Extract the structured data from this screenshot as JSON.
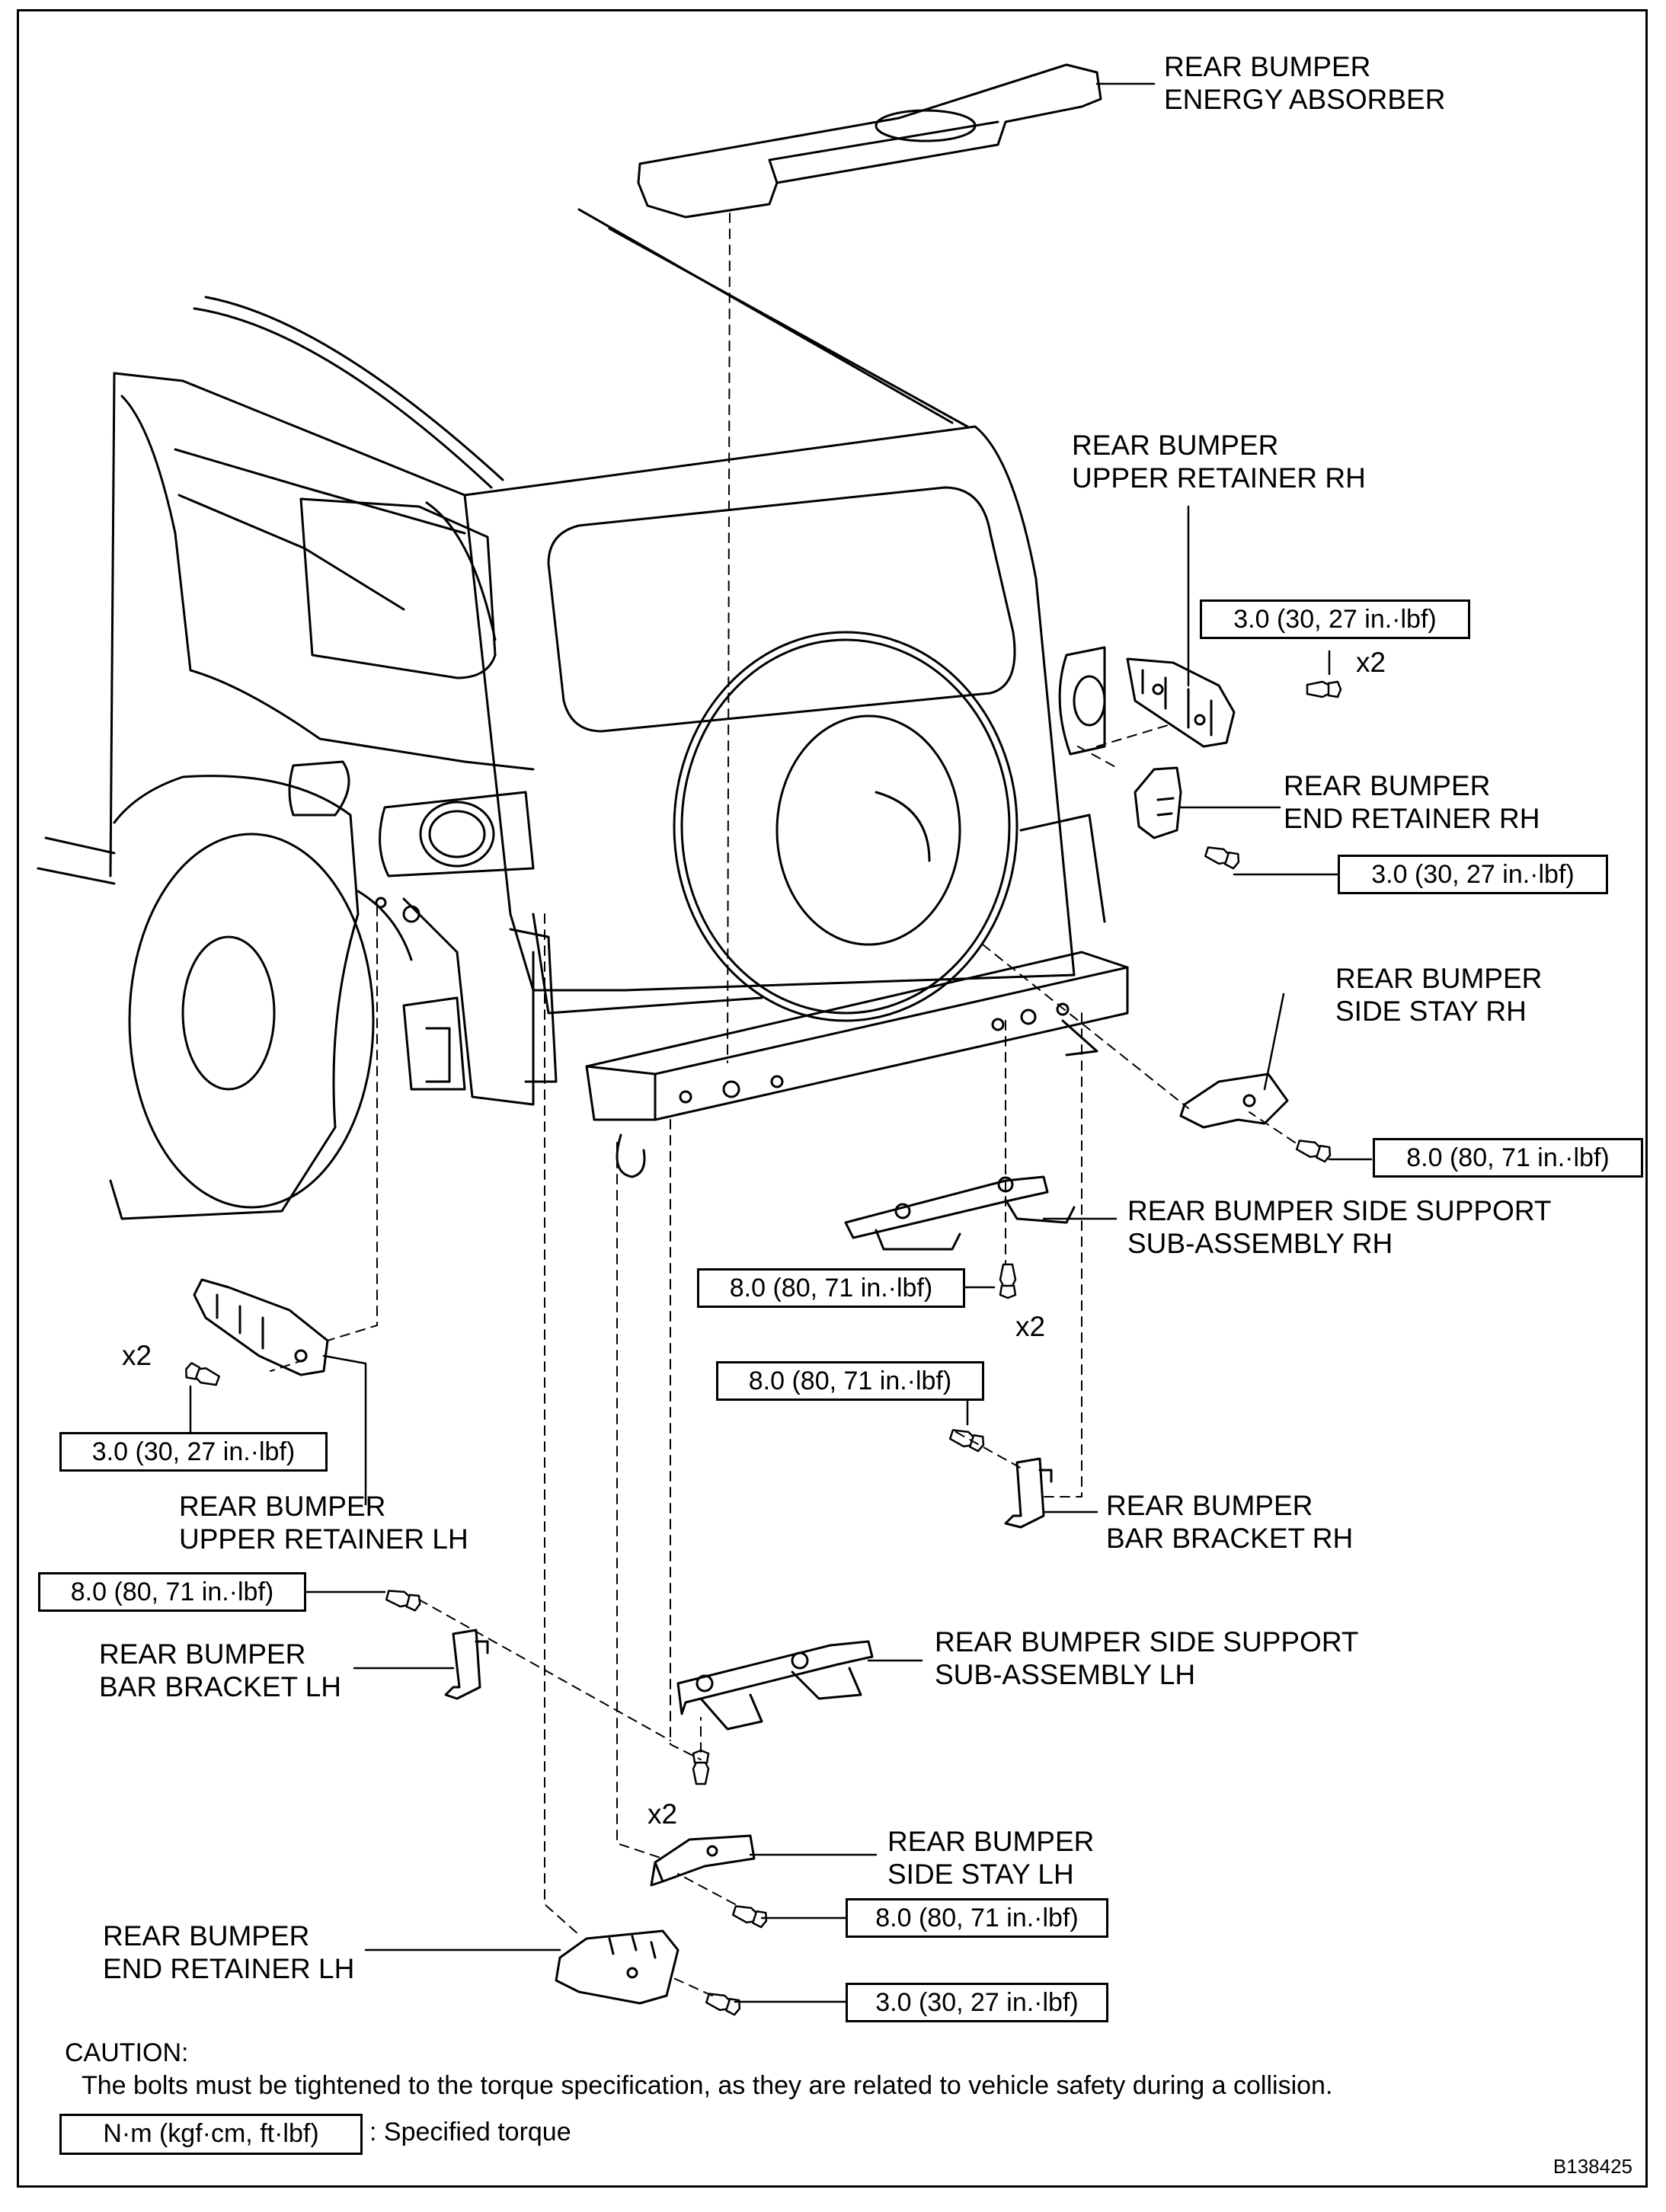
{
  "labels": {
    "energy_absorber": [
      "REAR BUMPER",
      "ENERGY ABSORBER"
    ],
    "upper_retainer_rh": [
      "REAR BUMPER",
      "UPPER RETAINER RH"
    ],
    "end_retainer_rh": [
      "REAR BUMPER",
      "END RETAINER RH"
    ],
    "side_stay_rh": [
      "REAR BUMPER",
      "SIDE STAY RH"
    ],
    "side_support_rh": [
      "REAR BUMPER SIDE SUPPORT",
      "SUB-ASSEMBLY RH"
    ],
    "upper_retainer_lh": [
      "REAR BUMPER",
      "UPPER RETAINER LH"
    ],
    "bar_bracket_rh": [
      "REAR BUMPER",
      "BAR BRACKET RH"
    ],
    "bar_bracket_lh": [
      "REAR BUMPER",
      "BAR BRACKET LH"
    ],
    "side_support_lh": [
      "REAR BUMPER SIDE SUPPORT",
      "SUB-ASSEMBLY LH"
    ],
    "side_stay_lh": [
      "REAR BUMPER",
      "SIDE STAY LH"
    ],
    "end_retainer_lh": [
      "REAR BUMPER",
      "END RETAINER LH"
    ]
  },
  "torques": {
    "upper_retainer_rh": "3.0 (30, 27 in.·lbf)",
    "end_retainer_rh": "3.0 (30, 27 in.·lbf)",
    "side_stay_rh": "8.0 (80, 71 in.·lbf)",
    "side_support_rh": "8.0 (80, 71 in.·lbf)",
    "bar_bracket_rh": "8.0 (80, 71 in.·lbf)",
    "upper_retainer_lh": "3.0 (30, 27 in.·lbf)",
    "bar_bracket_lh": "8.0 (80, 71 in.·lbf)",
    "side_stay_lh": "8.0 (80, 71 in.·lbf)",
    "end_retainer_lh": "3.0 (30, 27 in.·lbf)"
  },
  "quantities": {
    "upper_retainer_rh": "x2",
    "side_support_rh": "x2",
    "upper_retainer_lh": "x2",
    "side_support_lh": "x2"
  },
  "caution": {
    "title": "CAUTION:",
    "text": "The bolts must be tightened to the torque specification, as they are related to vehicle safety during a collision."
  },
  "legend": {
    "unit_box": "N·m (kgf·cm, ft·lbf)",
    "meaning": ": Specified torque"
  },
  "figure_number": "B138425"
}
